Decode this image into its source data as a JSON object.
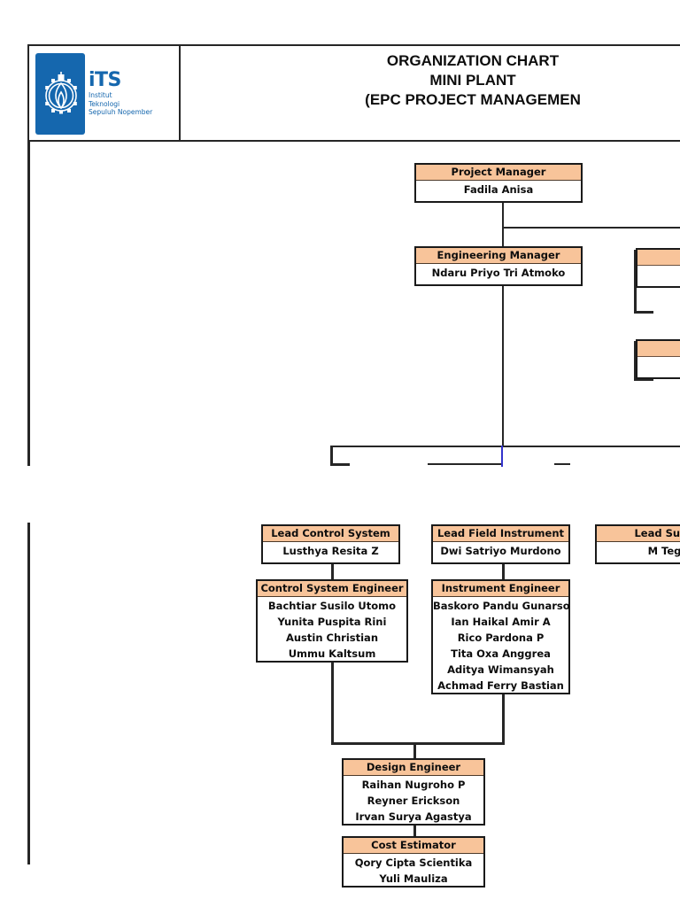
{
  "header": {
    "logo": {
      "mark": "its-logo",
      "wordmark": "iTS",
      "sub_line1": "Institut",
      "sub_line2": "Teknologi",
      "sub_line3": "Sepuluh Nopember"
    },
    "title_line1": "ORGANIZATION CHART",
    "title_line2": "MINI PLANT",
    "title_line3": "(EPC PROJECT MANAGEMEN"
  },
  "colors": {
    "box_header": "#F8C49A",
    "box_border": "#1a1a1a",
    "logo_blue": "#1567AE",
    "connector": "#262626",
    "connector_highlight": "#3333CC"
  },
  "boxes": [
    {
      "id": "project-manager",
      "title": "Project Manager",
      "names": [
        "Fadila Anisa"
      ]
    },
    {
      "id": "engineering-manager",
      "title": "Engineering Manager",
      "names": [
        "Ndaru Priyo Tri Atmoko"
      ]
    },
    {
      "id": "lead-control-system",
      "title": "Lead Control System",
      "names": [
        "Lusthya Resita Z"
      ]
    },
    {
      "id": "control-system-engineer",
      "title": "Control System Engineer",
      "names": [
        "Bachtiar Susilo Utomo",
        "Yunita Puspita Rini",
        "Austin Christian",
        "Ummu Kaltsum"
      ]
    },
    {
      "id": "lead-field-instrument",
      "title": "Lead Field Instrument",
      "names": [
        "Dwi Satriyo Murdono"
      ]
    },
    {
      "id": "instrument-engineer",
      "title": "Instrument Engineer",
      "names": [
        "Baskoro Pandu Gunarso",
        "Ian Haikal Amir A",
        "Rico Pardona P",
        "Tita Oxa Anggrea",
        "Aditya Wimansyah",
        "Achmad Ferry Bastian"
      ]
    },
    {
      "id": "lead-support",
      "title": "Lead Supp",
      "names": [
        "M Teg"
      ]
    },
    {
      "id": "design-engineer",
      "title": "Design Engineer",
      "names": [
        "Raihan Nugroho P",
        "Reyner Erickson",
        "Irvan Surya Agastya"
      ]
    },
    {
      "id": "cost-estimator",
      "title": "Cost Estimator",
      "names": [
        "Qory Cipta Scientika",
        "Yuli Mauliza"
      ]
    }
  ]
}
